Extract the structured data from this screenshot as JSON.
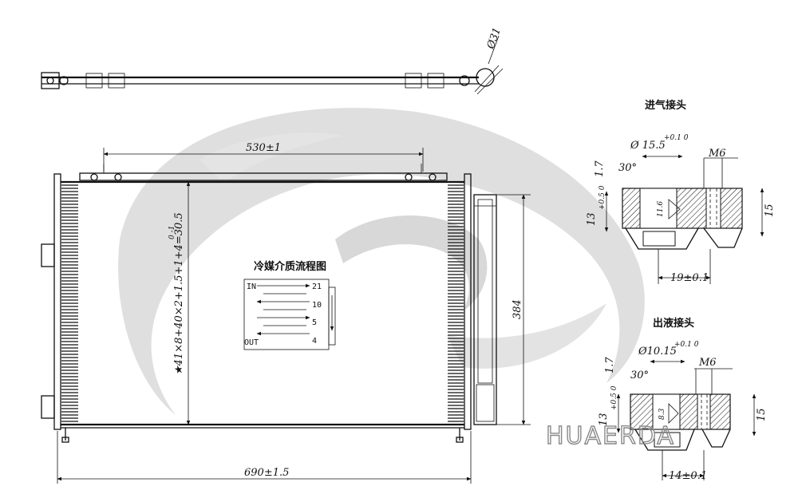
{
  "dimensions": {
    "top_width": "530±1",
    "bottom_width": "690±1.5",
    "height": "384",
    "core_label": "★41×8+40×2+1.5+1+4=30.5",
    "core_tol": "0 -1",
    "pipe_dia": "Ø31"
  },
  "flow": {
    "title": "冷媒介质流程图",
    "in_label": "IN",
    "out_label": "OUT",
    "counts": [
      "21",
      "10",
      "5",
      "4"
    ]
  },
  "inlet": {
    "title": "进气接头",
    "diameter": "Ø 15.5",
    "diameter_tol": "+0.1 0",
    "thread": "M6",
    "chamfer": "1.7",
    "angle": "30°",
    "left_height": "13",
    "left_height_tol": "+0.5 0",
    "right_height": "15",
    "width": "19±0.1",
    "inner_mark": "11.6"
  },
  "outlet": {
    "title": "出液接头",
    "diameter": "Ø10.15",
    "diameter_tol": "+0.1 0",
    "thread": "M6",
    "chamfer": "1.7",
    "angle": "30°",
    "left_height": "13",
    "left_height_tol": "+0.5 0",
    "right_height": "15",
    "width": "14±0.1",
    "inner_mark": "8.3"
  },
  "watermark": "HUAERDA",
  "colors": {
    "line": "#111111",
    "swirl": "#d9d9d9",
    "watermark": "#8a8a8a"
  }
}
